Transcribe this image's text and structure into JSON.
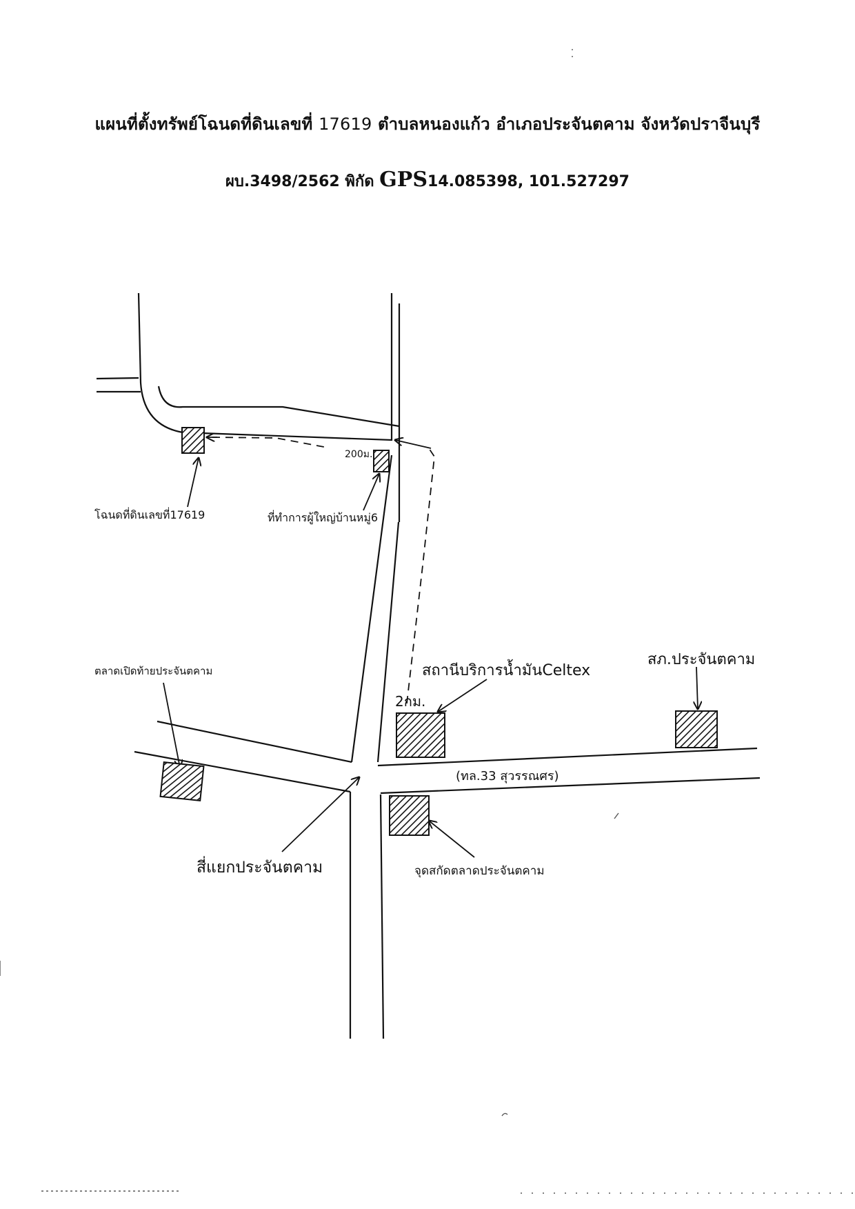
{
  "title_line1": {
    "prefix": "แผนที่ตั้งทรัพย์โฉนดที่ดินเลขที่",
    "number": "17619",
    "suffix": "ตำบลหนองแก้ว อำเภอประจันตคาม จังหวัดปราจีนบุรี"
  },
  "title_line2": {
    "case": "ผบ.3498/2562 พิกัด",
    "gps_word": "GPS",
    "coords": "14.085398, 101.527297"
  },
  "labels": {
    "land_deed": "โฉนดที่ดินเลขที่17619",
    "village_office": "ที่ทำการผู้ใหญ่บ้านหมู่6",
    "distance_200": "200ม.",
    "distance_2km": "2กม.",
    "gas_station": "สถานีบริการน้ำมันCeltex",
    "police_station": "สภ.ประจันตคาม",
    "duck_market": "ตลาดเปิดท้ายประจันตคาม",
    "highway": "(ทล.33 สุวรรณศร)",
    "intersection": "สี่แยกประจันตคาม",
    "market_checkpoint": "จุดสกัดตลาดประจันตคาม"
  }
}
